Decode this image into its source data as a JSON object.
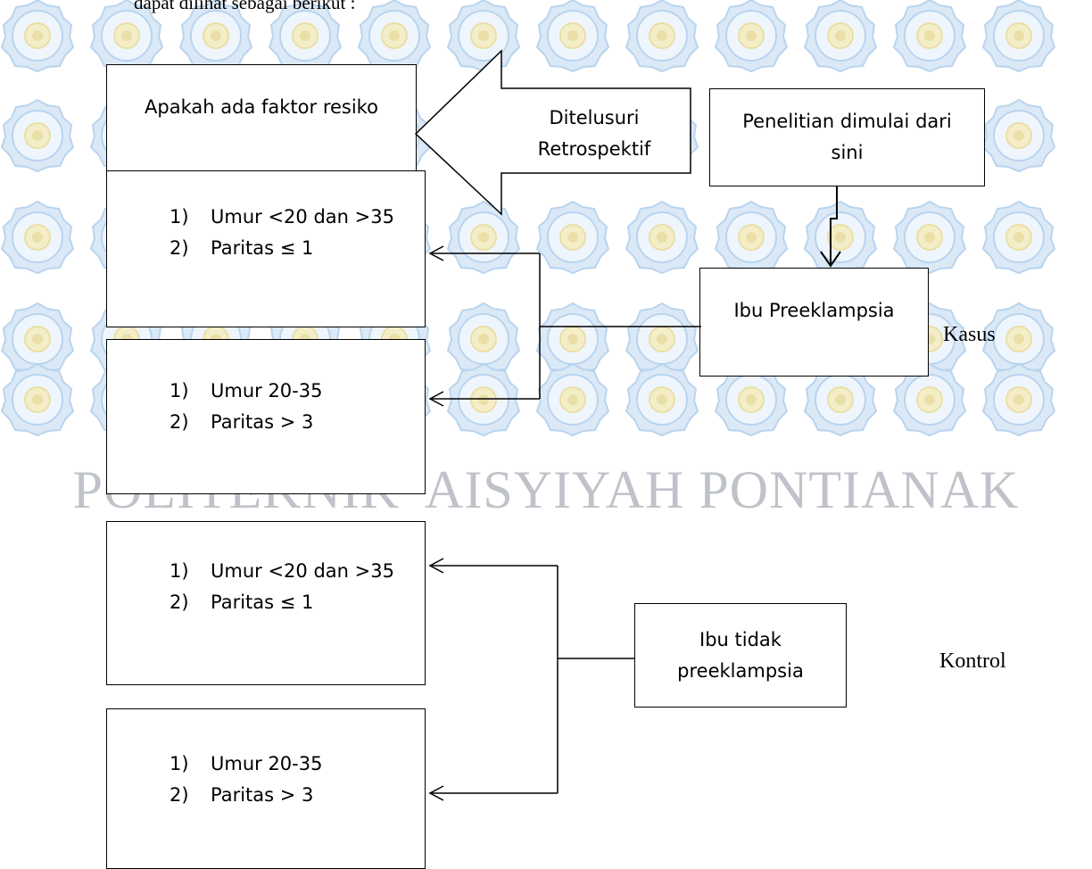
{
  "intro_text": "dapat dilihat sebagai berikut :",
  "watermark_text": "POLITEKNIK 'AISYIYAH PONTIANAK",
  "faktor_box": "Apakah ada faktor resiko",
  "arrow_label": {
    "line1": "Ditelusuri",
    "line2": "Retrospektif"
  },
  "start_box": {
    "line1": "Penelitian dimulai dari",
    "line2": "sini"
  },
  "kasus_box": "Ibu Preeklampsia",
  "kasus_label": "Kasus",
  "kontrol_box": {
    "line1": "Ibu tidak",
    "line2": "preeklampsia"
  },
  "kontrol_label": "Kontrol",
  "groups": [
    {
      "items": [
        {
          "num": "1)",
          "text": "Umur <20 dan >35"
        },
        {
          "num": "2)",
          "text": "Paritas  ≤ 1"
        }
      ]
    },
    {
      "items": [
        {
          "num": "1)",
          "text": "Umur 20-35"
        },
        {
          "num": "2)",
          "text": "Paritas > 3"
        }
      ]
    },
    {
      "items": [
        {
          "num": "1)",
          "text": "Umur <20 dan >35"
        },
        {
          "num": "2)",
          "text": "Paritas ≤ 1"
        }
      ]
    },
    {
      "items": [
        {
          "num": "1)",
          "text": "Umur 20-35"
        },
        {
          "num": "2)",
          "text": "Paritas > 3"
        }
      ]
    }
  ],
  "colors": {
    "line": "#000000",
    "watermark_blue": "#b9d4ee",
    "watermark_gold": "#eadfa6",
    "watermark_text": "#bfc3c9"
  }
}
